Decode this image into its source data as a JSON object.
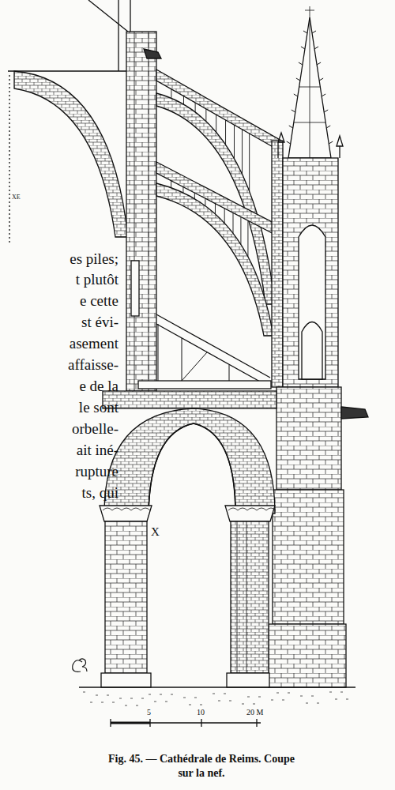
{
  "diagram": {
    "caption": "Fig. 45. — Cathédrale de Reims. Coupe sur la nef.",
    "labels": [
      "XE",
      "es piles;",
      "t plutôt",
      "e cette",
      "st évi-",
      "asement",
      "affaisse-",
      "e de la",
      "le sont",
      "orbelle-",
      "ait iné-",
      "rupture",
      "ts, qui",
      "X",
      "5",
      "10",
      "20 M"
    ]
  }
}
